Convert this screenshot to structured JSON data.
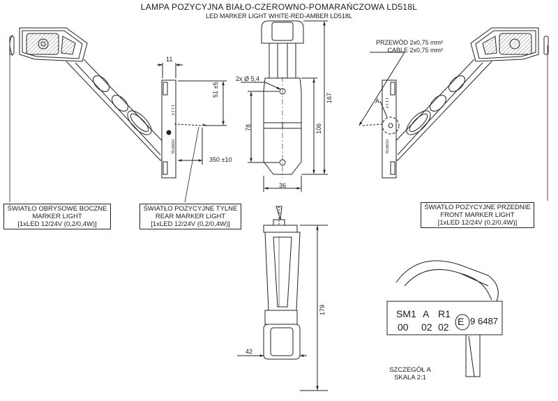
{
  "header": {
    "title_pl": "LAMPA POZYCYJNA BIAŁO-CZEROWNO-POMARAŃCZOWA LD518L",
    "title_en": "LED MARKER LIGHT WHITE-RED-AMBER LD518L"
  },
  "labels": {
    "side_marker": [
      "ŚWIATŁO OBRYSOWE BOCZNE",
      "MARKER LIGHT",
      "[1xLED 12/24V (0,2/0,4W)]"
    ],
    "rear_marker": [
      "ŚWIATŁO POZYCYJNE TYLNE",
      "REAR MARKER LIGHT",
      "[1xLED 12/24V (0,2/0,4W)]"
    ],
    "front_marker": [
      "ŚWIATŁO POZYCYJNE PRZEDNIE",
      "FRONT MARKER LIGHT",
      "[1xLED 12/24V (0,2/0,4W)]"
    ],
    "cable": [
      "PRZEWÓD 2x0,75 mm²",
      "CABLE 2x0,75 mm²"
    ]
  },
  "dimensions": {
    "d11": "11",
    "d51": "51 ±5",
    "d350": "350 ±10",
    "holes": "2x Ø 5,4",
    "d167": "167",
    "d106": "106",
    "d78": "78",
    "d36": "36",
    "d179": "179",
    "d42": "42"
  },
  "detail": {
    "marker": "A",
    "row1": [
      "SM1",
      "A",
      "R1"
    ],
    "row2": [
      "00",
      "02",
      "02"
    ],
    "approval_e": "E",
    "approval_num": "9",
    "approval_code": "6487",
    "caption": [
      "SZCZEGÓŁ A",
      "SKALA 2:1"
    ]
  }
}
